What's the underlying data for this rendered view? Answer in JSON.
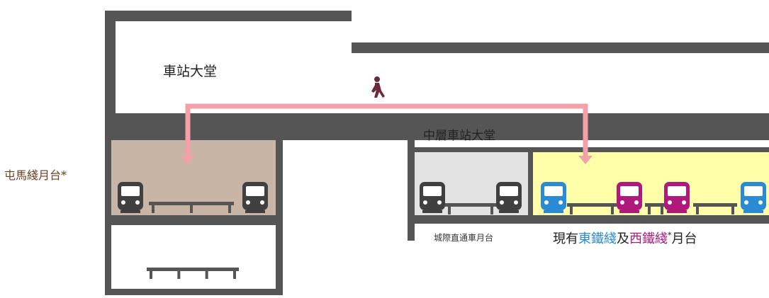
{
  "labels": {
    "concourse": "車站大堂",
    "mid_concourse": "中層車站大堂",
    "tuen_ma_platform": "屯馬綫月台*",
    "cross_boundary_platform": "城際直通車月台",
    "existing_platform": {
      "prefix": "現有",
      "east_rail": "東鐵綫",
      "and": "及",
      "west_rail": "西鐵綫",
      "mark": "*",
      "suffix": "月台"
    }
  },
  "colors": {
    "structure": "#555555",
    "tuen_ma_fill": "#c9b5a6",
    "cross_boundary_fill": "#e3e3e3",
    "existing_fill": "#ffffaa",
    "route_arrow": "#f4a0a8",
    "tuen_ma_label": "#6b3e1e",
    "east_rail": "#2a8ad6",
    "west_rail": "#b0187c",
    "neutral_train": "#404040",
    "pedestrian": "#6a2a3a"
  },
  "icons": {
    "pedestrian": "walking-person-icon",
    "train_front": "train-front-icon",
    "bench": "platform-bench-icon",
    "arrow": "down-arrow-icon"
  }
}
